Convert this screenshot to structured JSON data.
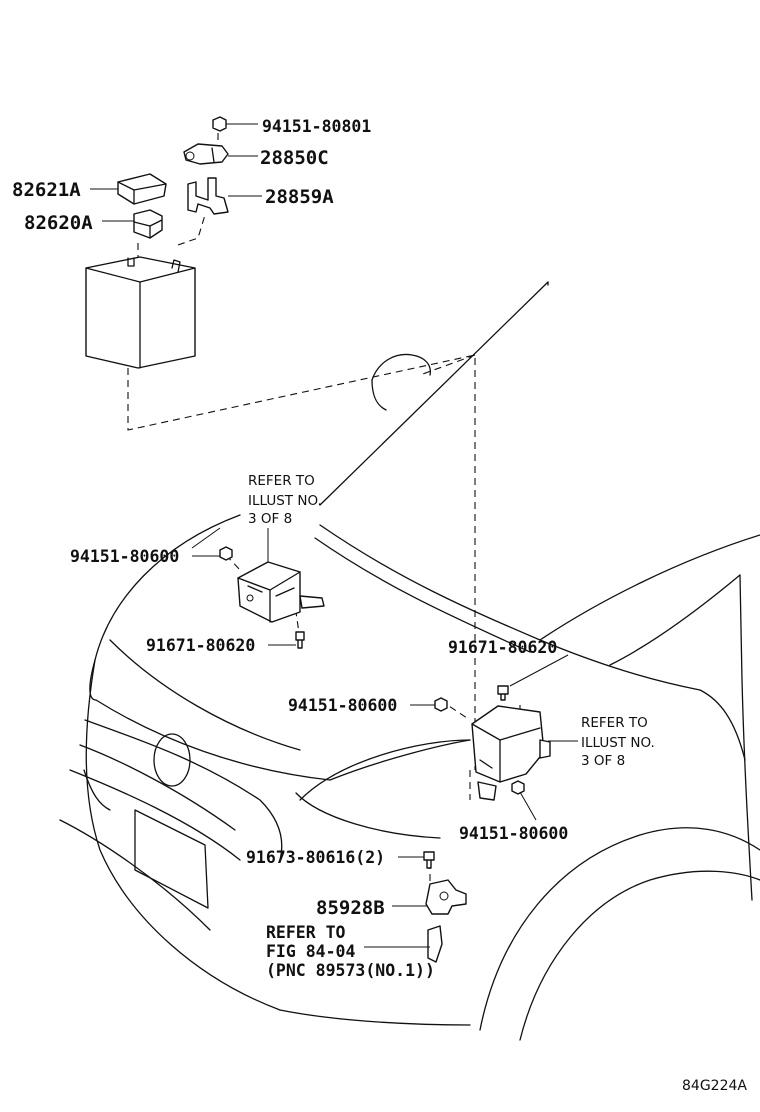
{
  "labels": {
    "nut_top": "94151-80801",
    "terminal": "28850C",
    "bracket_top": "28859A",
    "cover": "82621A",
    "clamp": "82620A",
    "nut_left": "94151-80600",
    "bolt_left": "91671-80620",
    "bolt_right": "91671-80620",
    "nut_right_upper": "94151-80600",
    "nut_right_lower": "94151-80600",
    "bolt_bottom": "91673-80616(2)",
    "sensor": "85928B"
  },
  "refer_left": {
    "line1": "REFER TO",
    "line2": "ILLUST NO.",
    "line3": "3 OF 8"
  },
  "refer_right": {
    "line1": "REFER TO",
    "line2": "ILLUST NO.",
    "line3": "3 OF 8"
  },
  "refer_fig": {
    "line1": "REFER TO",
    "line2": "FIG 84-04",
    "line3": "(PNC 89573(NO.1))"
  },
  "diagram_code": "84G224A"
}
